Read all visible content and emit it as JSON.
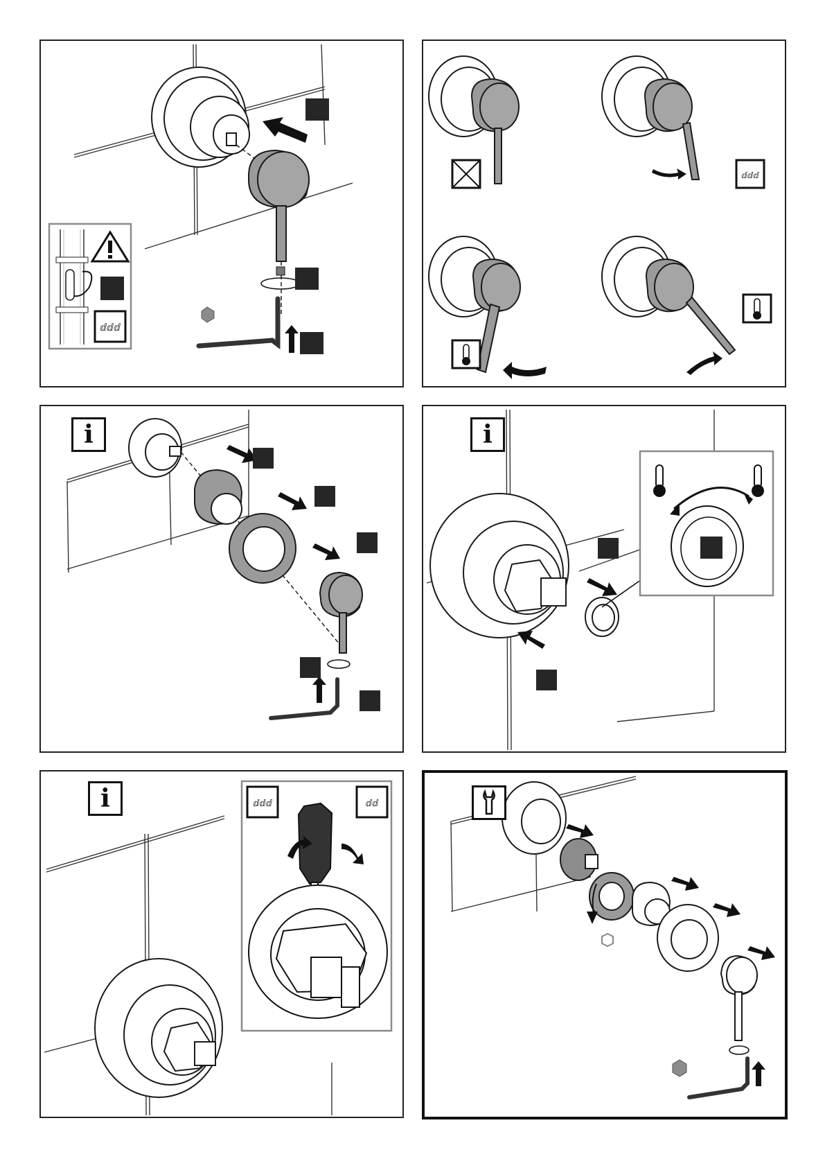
{
  "panels": [
    {
      "id": "p1",
      "title": "",
      "step": "remove-handle-and-cover"
    },
    {
      "id": "p2",
      "title": "",
      "step": "handle-operation"
    },
    {
      "id": "p3",
      "title": "",
      "step": "info-disassembly"
    },
    {
      "id": "p4",
      "title": "",
      "step": "info-temperature-limiter"
    },
    {
      "id": "p5",
      "title": "",
      "step": "info-flow-adjustment"
    },
    {
      "id": "p6",
      "title": "",
      "step": "maintenance-cartridge"
    }
  ],
  "info_symbol": "i",
  "icons": {
    "info": "info-icon",
    "warning": "warning-triangle-icon",
    "water": "water-drops-icon",
    "no_water": "water-off-icon",
    "thermometer_hot": "thermometer-hot-icon",
    "thermometer_cold": "thermometer-cold-icon",
    "wrench": "wrench-icon",
    "hex_key": "hex-key-icon",
    "screwdriver": "screwdriver-icon"
  },
  "colors": {
    "line": "#1a1a1a",
    "handle": "#9a9a9a",
    "step_marker": "#262626",
    "hex_gray": "#8c8c8c",
    "background": "#ffffff"
  }
}
